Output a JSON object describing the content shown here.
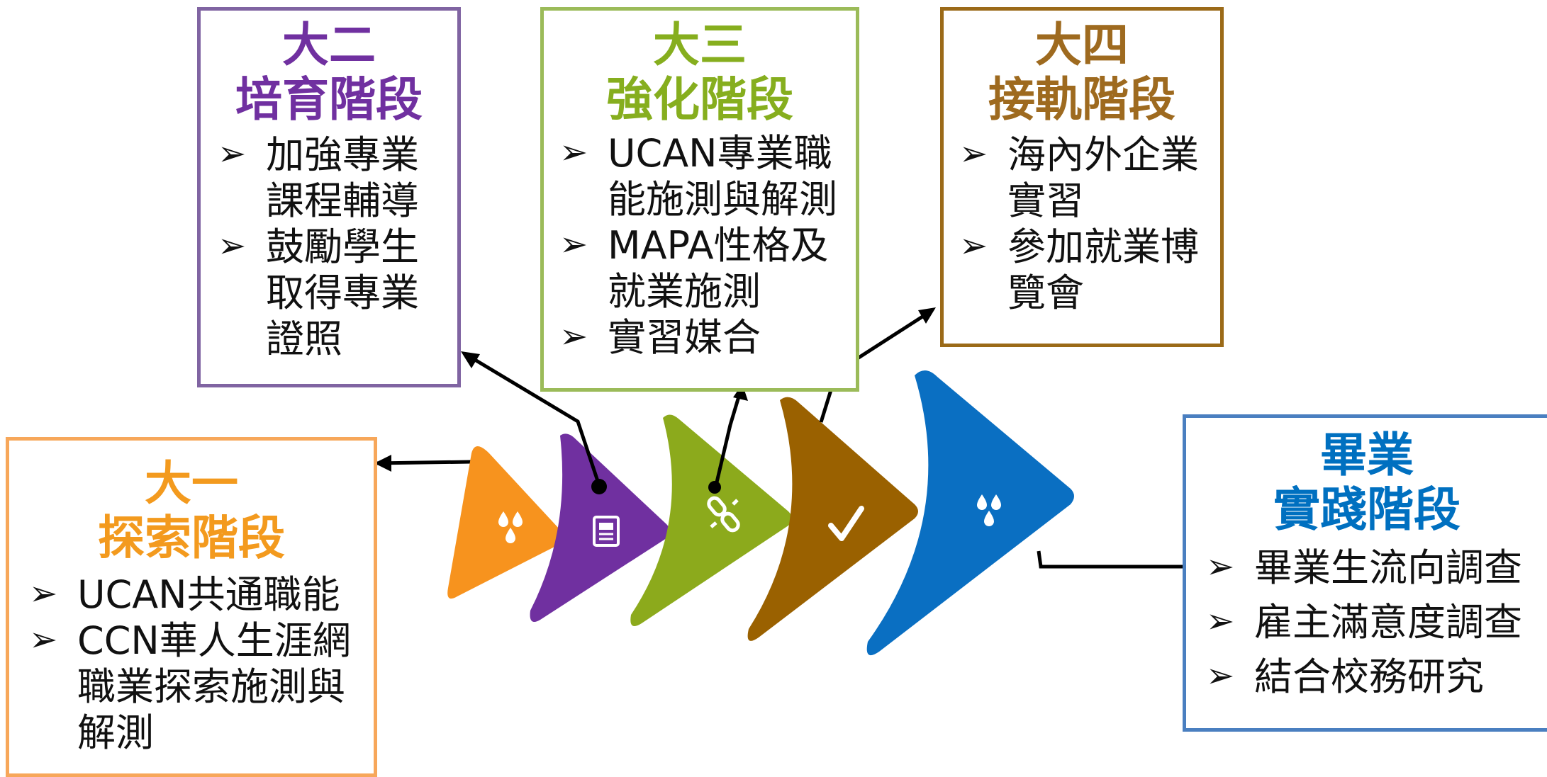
{
  "bullet_glyph": "➢",
  "colors": {
    "year1": "#F7931E",
    "year2": "#7030A0",
    "year3": "#8CAA1C",
    "year4": "#9A6100",
    "graduation": "#0A6FC2",
    "graduation_title": "#0070C0",
    "graduation_border": "#4A7FC0",
    "year1_title": "#F39A1E",
    "year2_title": "#7030A0",
    "year3_title": "#86AE1E",
    "year4_title": "#9E6A1F",
    "year3_border": "#9BBB59",
    "year2_border": "#8064A2",
    "year4_border": "#9B6A18"
  },
  "stages": {
    "year1": {
      "title_line1": "大一",
      "title_line2": "探索階段",
      "items": [
        "UCAN共通職能",
        "CCN華人生涯網職業探索施測與解測"
      ]
    },
    "year2": {
      "title_line1": "大二",
      "title_line2": "培育階段",
      "items": [
        "加強專業課程輔導",
        "鼓勵學生取得專業證照"
      ]
    },
    "year3": {
      "title_line1": "大三",
      "title_line2": "強化階段",
      "items": [
        "UCAN專業職能施測與解測",
        "MAPA性格及就業施測",
        "實習媒合"
      ]
    },
    "year4": {
      "title_line1": "大四",
      "title_line2": "接軌階段",
      "items": [
        "海內外企業實習",
        "參加就業博覽會"
      ]
    },
    "graduation": {
      "title_line1": "畢業",
      "title_line2": "實踐階段",
      "items": [
        "畢業生流向調查",
        "雇主滿意度調查",
        "結合校務研究"
      ]
    }
  },
  "chevrons": [
    {
      "stage": "year1",
      "icon": "droplets-icon"
    },
    {
      "stage": "year2",
      "icon": "document-icon"
    },
    {
      "stage": "year3",
      "icon": "link-icon"
    },
    {
      "stage": "year4",
      "icon": "checkmark-icon"
    },
    {
      "stage": "graduation",
      "icon": "droplets-icon"
    }
  ]
}
